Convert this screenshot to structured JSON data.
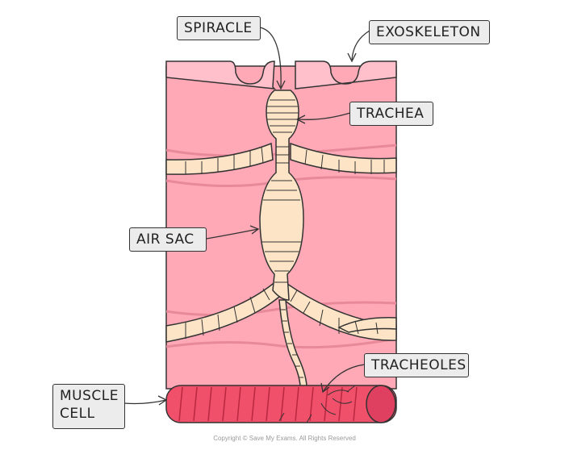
{
  "labels": {
    "spiracle": "SPIRACLE",
    "exoskeleton": "EXOSKELETON",
    "trachea": "TRACHEA",
    "air_sac": "AIR SAC",
    "tracheoles": "TRACHEOLES",
    "muscle_cell": "MUSCLE\nCELL"
  },
  "copyright": "Copyright © Save My Exams. All Rights Reserved",
  "colors": {
    "tissue": "#ffa8b6",
    "tissue_fold": "#f090a0",
    "exoskeleton": "#ffc0cc",
    "tube": "#fde4c6",
    "muscle": "#f0506a",
    "muscle_stripe": "#b8283e",
    "outline": "#333333"
  }
}
